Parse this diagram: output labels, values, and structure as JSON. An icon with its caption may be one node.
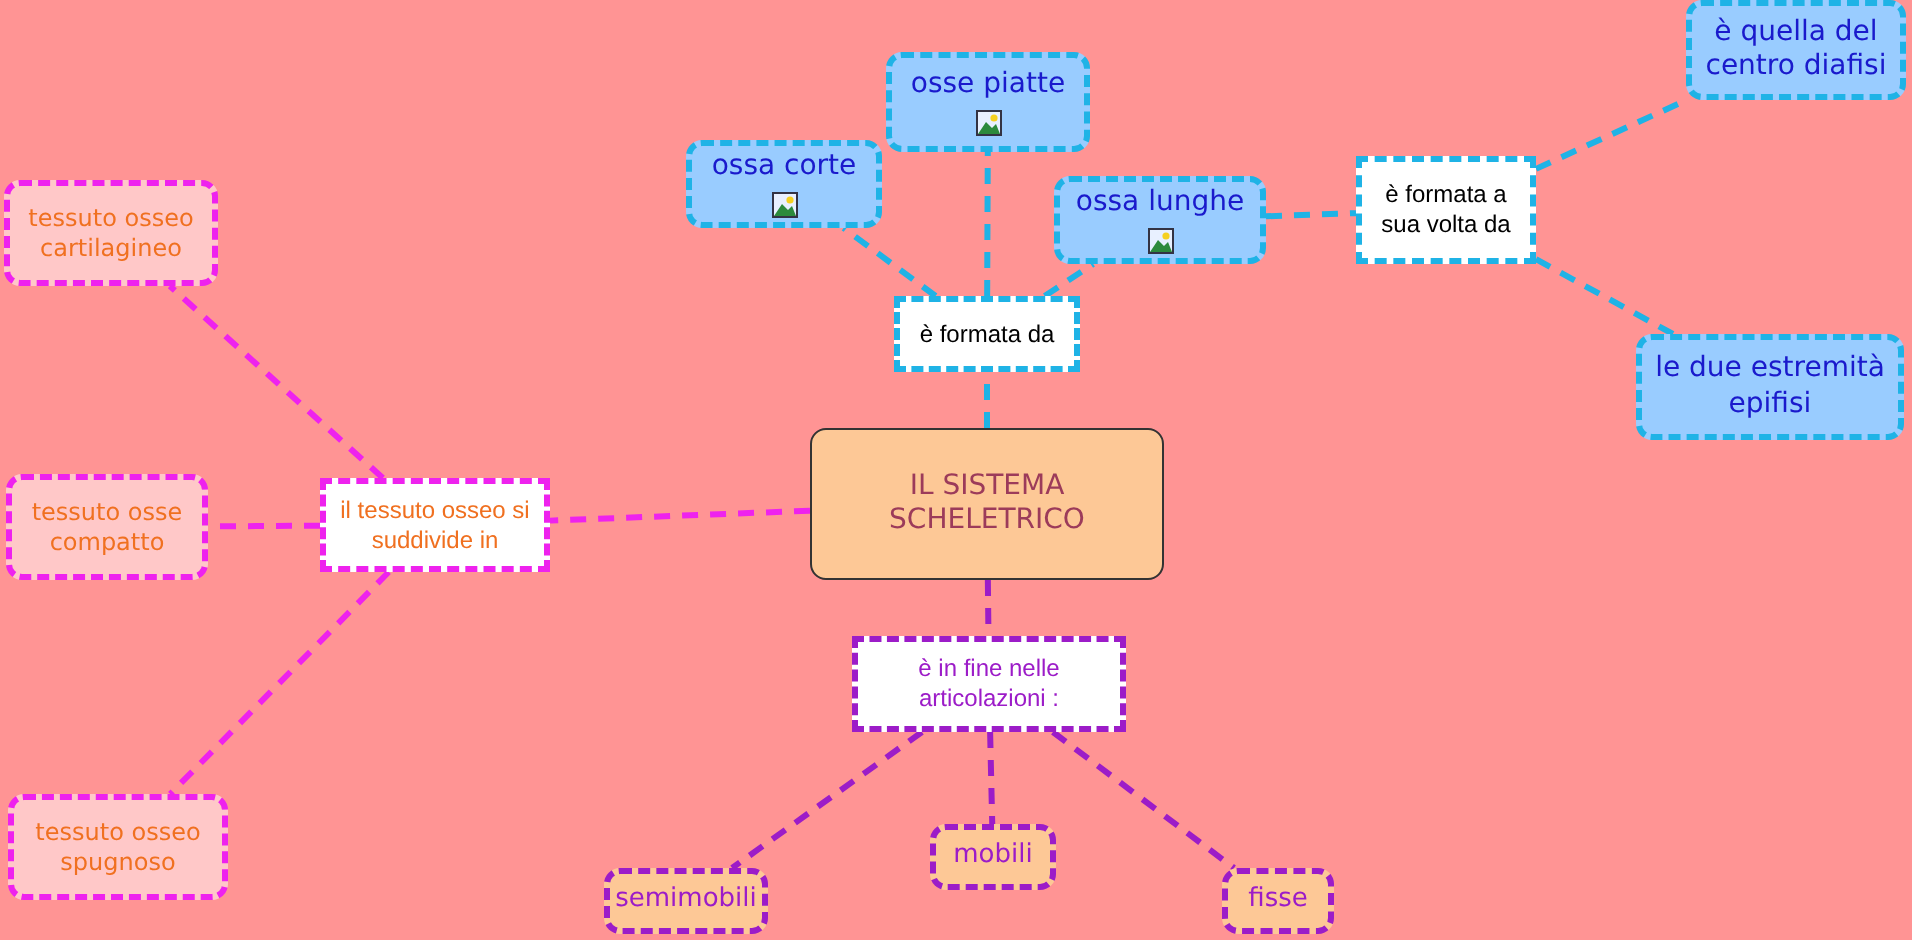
{
  "diagram": {
    "nodes": [
      {
        "text": [
          "IL SISTEMA SCHELETRICO"
        ]
      },
      {
        "text": [
          "è formata da"
        ]
      },
      {
        "text": [
          "ossa corte"
        ]
      },
      {
        "text": [
          "osse piatte"
        ]
      },
      {
        "text": [
          "ossa lunghe"
        ]
      },
      {
        "text": [
          "è formata a sua volta da"
        ]
      },
      {
        "text": [
          "è quella del centro diafisi"
        ]
      },
      {
        "text": [
          "le due estremità epifisi"
        ]
      },
      {
        "text": [
          "il tessuto osseo si suddivide in"
        ]
      },
      {
        "text": [
          "tessuto osseo cartilagineo"
        ]
      },
      {
        "text": [
          "tessuto osse compatto"
        ]
      },
      {
        "text": [
          "tessuto osseo spugnoso"
        ]
      },
      {
        "text": [
          "è in fine nelle articolazioni :"
        ]
      },
      {
        "text": [
          "semimobili"
        ]
      },
      {
        "text": [
          "mobili"
        ]
      },
      {
        "text": [
          "fisse"
        ]
      }
    ],
    "edges": [
      {
        "from": 0,
        "to": 1,
        "arrow": "none",
        "style": "dashed"
      },
      {
        "from": 1,
        "to": 2,
        "arrow": "none",
        "style": "dashed"
      },
      {
        "from": 1,
        "to": 3,
        "arrow": "none",
        "style": "dashed"
      },
      {
        "from": 1,
        "to": 4,
        "arrow": "none",
        "style": "dashed"
      },
      {
        "from": 4,
        "to": 5,
        "arrow": "none",
        "style": "dashed"
      },
      {
        "from": 5,
        "to": 6,
        "arrow": "none",
        "style": "dashed"
      },
      {
        "from": 5,
        "to": 7,
        "arrow": "none",
        "style": "dashed"
      },
      {
        "from": 0,
        "to": 8,
        "arrow": "none",
        "style": "dashed",
        "color": "#ee22ee"
      },
      {
        "from": 8,
        "to": 9,
        "arrow": "none",
        "style": "dashed",
        "color": "#ee22ee"
      },
      {
        "from": 8,
        "to": 10,
        "arrow": "none",
        "style": "dashed",
        "color": "#ee22ee"
      },
      {
        "from": 8,
        "to": 11,
        "arrow": "none",
        "style": "dashed",
        "color": "#ee22ee"
      },
      {
        "from": 0,
        "to": 12,
        "arrow": "none",
        "style": "dashed",
        "color": "#9c1cc8"
      },
      {
        "from": 12,
        "to": 13,
        "arrow": "none",
        "style": "dashed",
        "color": "#9c1cc8"
      },
      {
        "from": 12,
        "to": 14,
        "arrow": "none",
        "style": "dashed",
        "color": "#9c1cc8"
      },
      {
        "from": 12,
        "to": 15,
        "arrow": "none",
        "style": "dashed",
        "color": "#9c1cc8"
      }
    ]
  }
}
